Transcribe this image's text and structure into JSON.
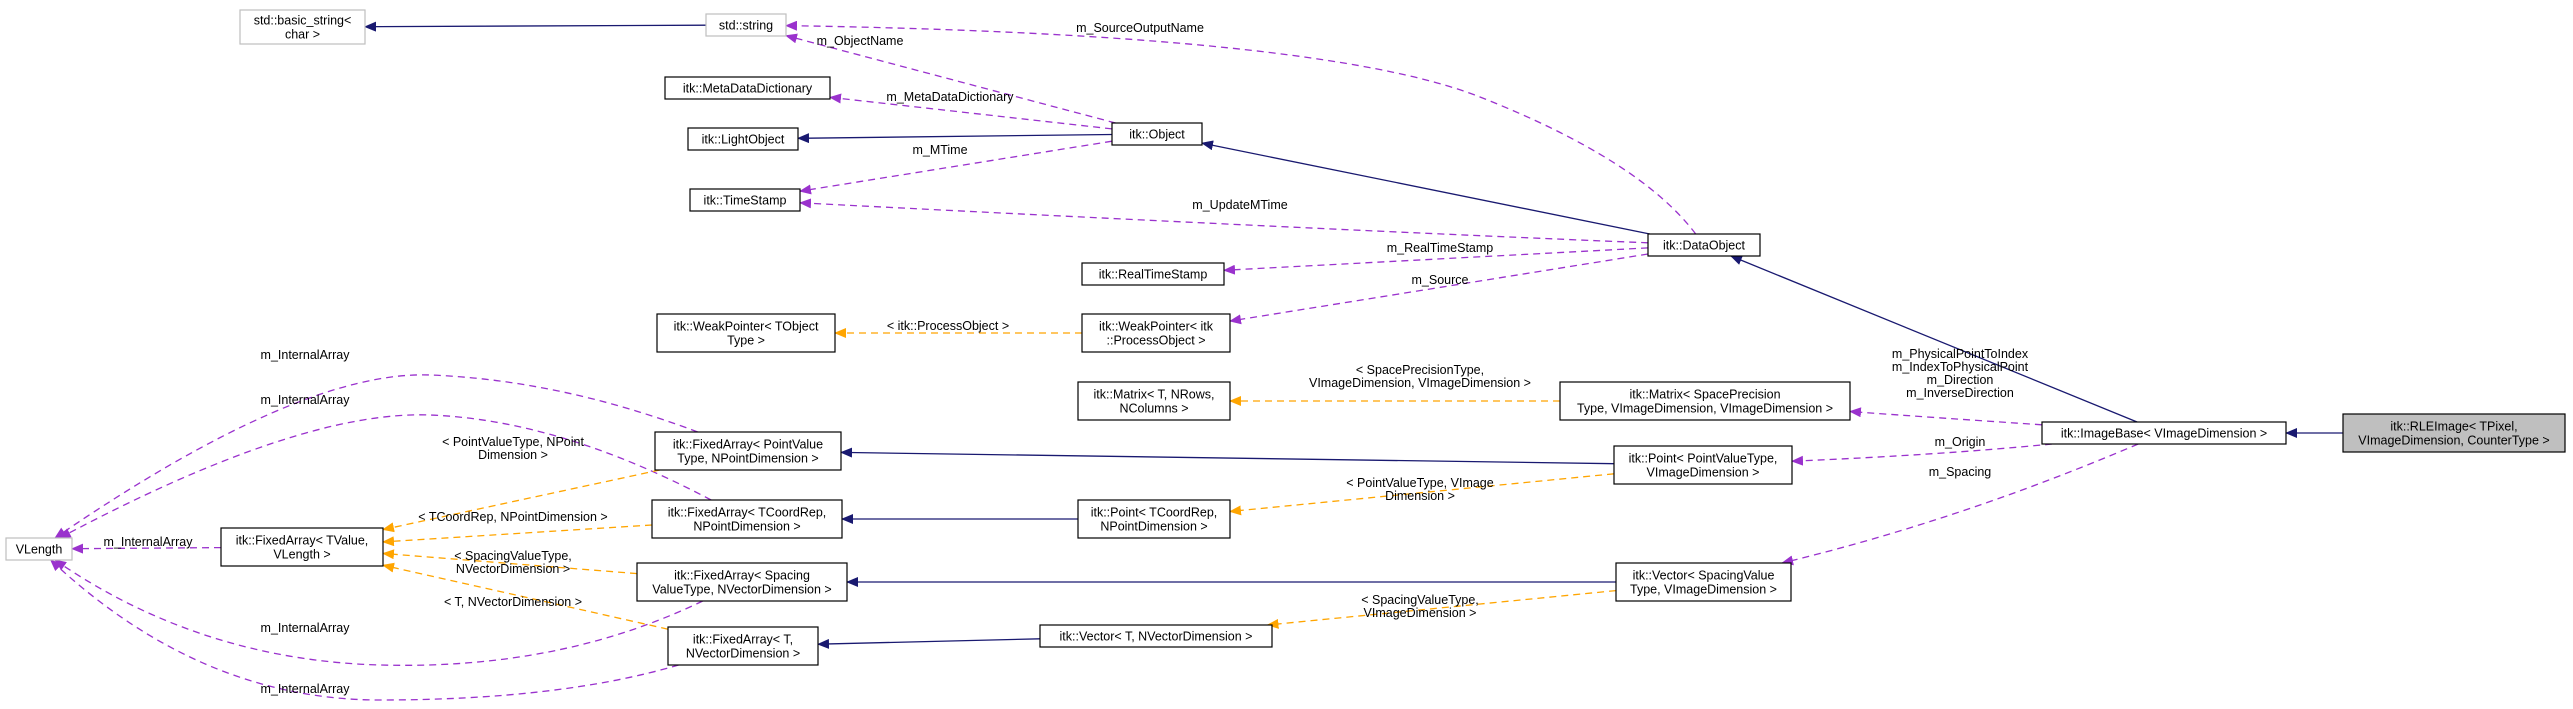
{
  "colors": {
    "inheritance": "#191970",
    "usage": "#9a32cd",
    "template": "#ffa500",
    "node_border": "#000000",
    "node_border_external": "#bfbfbf",
    "focus_fill": "#bfbfbf"
  },
  "nodes": [
    {
      "id": "basic_string",
      "lines": [
        "std::basic_string<",
        "char >"
      ],
      "style": "gray"
    },
    {
      "id": "string",
      "lines": [
        "std::string"
      ],
      "style": "gray"
    },
    {
      "id": "metadatadictionary",
      "lines": [
        "itk::MetaDataDictionary"
      ],
      "style": "normal"
    },
    {
      "id": "lightobject",
      "lines": [
        "itk::LightObject"
      ],
      "style": "normal"
    },
    {
      "id": "object",
      "lines": [
        "itk::Object"
      ],
      "style": "normal"
    },
    {
      "id": "timestamp",
      "lines": [
        "itk::TimeStamp"
      ],
      "style": "normal"
    },
    {
      "id": "realtimestamp",
      "lines": [
        "itk::RealTimeStamp"
      ],
      "style": "normal"
    },
    {
      "id": "dataobject",
      "lines": [
        "itk::DataObject"
      ],
      "style": "normal"
    },
    {
      "id": "weakpointer_t",
      "lines": [
        "itk::WeakPointer< TObject",
        "Type >"
      ],
      "style": "normal"
    },
    {
      "id": "weakpointer_po",
      "lines": [
        "itk::WeakPointer< itk",
        "::ProcessObject >"
      ],
      "style": "normal"
    },
    {
      "id": "matrix_t",
      "lines": [
        "itk::Matrix< T, NRows,",
        "NColumns >"
      ],
      "style": "normal"
    },
    {
      "id": "matrix_sp",
      "lines": [
        "itk::Matrix< SpacePrecision",
        "Type, VImageDimension, VImageDimension >"
      ],
      "style": "normal"
    },
    {
      "id": "imagebase",
      "lines": [
        "itk::ImageBase< VImageDimension >"
      ],
      "style": "normal"
    },
    {
      "id": "rleimage",
      "lines": [
        "itk::RLEImage< TPixel,",
        "VImageDimension, CounterType >"
      ],
      "style": "focus"
    },
    {
      "id": "fixedarray_pv",
      "lines": [
        "itk::FixedArray< PointValue",
        "Type, NPointDimension >"
      ],
      "style": "normal"
    },
    {
      "id": "point_pv",
      "lines": [
        "itk::Point< PointValueType,",
        "VImageDimension >"
      ],
      "style": "normal"
    },
    {
      "id": "vlength",
      "lines": [
        "VLength"
      ],
      "style": "gray"
    },
    {
      "id": "fixedarray_tv",
      "lines": [
        "itk::FixedArray< TValue,",
        "VLength >"
      ],
      "style": "normal"
    },
    {
      "id": "fixedarray_tc",
      "lines": [
        "itk::FixedArray< TCoordRep,",
        "NPointDimension >"
      ],
      "style": "normal"
    },
    {
      "id": "point_tc",
      "lines": [
        "itk::Point< TCoordRep,",
        "NPointDimension >"
      ],
      "style": "normal"
    },
    {
      "id": "fixedarray_sv",
      "lines": [
        "itk::FixedArray< Spacing",
        "ValueType, NVectorDimension >"
      ],
      "style": "normal"
    },
    {
      "id": "vector_sv",
      "lines": [
        "itk::Vector< SpacingValue",
        "Type, VImageDimension >"
      ],
      "style": "normal"
    },
    {
      "id": "fixedarray_t",
      "lines": [
        "itk::FixedArray< T,",
        "NVectorDimension >"
      ],
      "style": "normal"
    },
    {
      "id": "vector_t",
      "lines": [
        "itk::Vector< T, NVectorDimension >"
      ],
      "style": "normal"
    }
  ],
  "edges": [
    {
      "from": "basic_string",
      "to": "string",
      "kind": "inheritance",
      "label": []
    },
    {
      "from": "lightobject",
      "to": "object",
      "kind": "inheritance",
      "label": []
    },
    {
      "from": "object",
      "to": "dataobject",
      "kind": "inheritance",
      "label": []
    },
    {
      "from": "dataobject",
      "to": "imagebase",
      "kind": "inheritance",
      "label": []
    },
    {
      "from": "imagebase",
      "to": "rleimage",
      "kind": "inheritance",
      "label": []
    },
    {
      "from": "fixedarray_pv",
      "to": "point_pv",
      "kind": "inheritance",
      "label": []
    },
    {
      "from": "fixedarray_tc",
      "to": "point_tc",
      "kind": "inheritance",
      "label": []
    },
    {
      "from": "fixedarray_sv",
      "to": "vector_sv",
      "kind": "inheritance",
      "label": []
    },
    {
      "from": "fixedarray_t",
      "to": "vector_t",
      "kind": "inheritance",
      "label": []
    },
    {
      "from": "string",
      "to": "object",
      "kind": "usage",
      "label": [
        "m_ObjectName"
      ]
    },
    {
      "from": "string",
      "to": "dataobject",
      "kind": "usage",
      "label": [
        "m_SourceOutputName"
      ]
    },
    {
      "from": "metadatadictionary",
      "to": "object",
      "kind": "usage",
      "label": [
        "m_MetaDataDictionary"
      ]
    },
    {
      "from": "timestamp",
      "to": "object",
      "kind": "usage",
      "label": [
        "m_MTime"
      ]
    },
    {
      "from": "timestamp",
      "to": "dataobject",
      "kind": "usage",
      "label": [
        "m_UpdateMTime"
      ]
    },
    {
      "from": "realtimestamp",
      "to": "dataobject",
      "kind": "usage",
      "label": [
        "m_RealTimeStamp"
      ]
    },
    {
      "from": "weakpointer_po",
      "to": "dataobject",
      "kind": "usage",
      "label": [
        "m_Source"
      ]
    },
    {
      "from": "matrix_sp",
      "to": "imagebase",
      "kind": "usage",
      "label": [
        "m_PhysicalPointToIndex",
        "m_IndexToPhysicalPoint",
        "m_Direction",
        "m_InverseDirection"
      ]
    },
    {
      "from": "point_pv",
      "to": "imagebase",
      "kind": "usage",
      "label": [
        "m_Origin"
      ]
    },
    {
      "from": "vector_sv",
      "to": "imagebase",
      "kind": "usage",
      "label": [
        "m_Spacing"
      ]
    },
    {
      "from": "vlength",
      "to": "fixedarray_pv",
      "kind": "usage",
      "label": [
        "m_InternalArray"
      ]
    },
    {
      "from": "vlength",
      "to": "fixedarray_tc",
      "kind": "usage",
      "label": [
        "m_InternalArray"
      ]
    },
    {
      "from": "vlength",
      "to": "fixedarray_tv",
      "kind": "usage",
      "label": [
        "m_InternalArray"
      ]
    },
    {
      "from": "vlength",
      "to": "fixedarray_sv",
      "kind": "usage",
      "label": [
        "m_InternalArray"
      ]
    },
    {
      "from": "vlength",
      "to": "fixedarray_t",
      "kind": "usage",
      "label": [
        "m_InternalArray"
      ]
    },
    {
      "from": "weakpointer_t",
      "to": "weakpointer_po",
      "kind": "template",
      "label": [
        "< itk::ProcessObject >"
      ]
    },
    {
      "from": "matrix_t",
      "to": "matrix_sp",
      "kind": "template",
      "label": [
        "< SpacePrecisionType,",
        "VImageDimension, VImageDimension >"
      ]
    },
    {
      "from": "fixedarray_tv",
      "to": "fixedarray_pv",
      "kind": "template",
      "label": [
        "< PointValueType, NPoint",
        "Dimension >"
      ]
    },
    {
      "from": "fixedarray_tv",
      "to": "fixedarray_tc",
      "kind": "template",
      "label": [
        "< TCoordRep, NPointDimension >"
      ]
    },
    {
      "from": "fixedarray_tv",
      "to": "fixedarray_sv",
      "kind": "template",
      "label": [
        "< SpacingValueType,",
        "NVectorDimension >"
      ]
    },
    {
      "from": "fixedarray_tv",
      "to": "fixedarray_t",
      "kind": "template",
      "label": [
        "< T, NVectorDimension >"
      ]
    },
    {
      "from": "point_tc",
      "to": "point_pv",
      "kind": "template",
      "label": [
        "< PointValueType, VImage",
        "Dimension >"
      ]
    },
    {
      "from": "vector_t",
      "to": "vector_sv",
      "kind": "template",
      "label": [
        "< SpacingValueType,",
        "VImageDimension >"
      ]
    }
  ]
}
